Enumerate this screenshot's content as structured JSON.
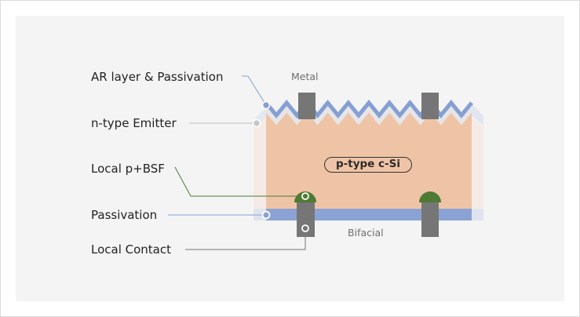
{
  "diagram": {
    "title": "PERC solar cell cross-section",
    "labels": {
      "ar_layer": "AR layer & Passivation",
      "emitter": "n-type Emitter",
      "bsf": "Local p+BSF",
      "passivation": "Passivation",
      "local_contact": "Local Contact"
    },
    "annotations": {
      "metal": "Metal",
      "bifacial": "Bifacial",
      "substrate": "p-type c-Si"
    },
    "colors": {
      "background_panel": "#f4f4f4",
      "substrate": "#efc4a6",
      "substrate_faded": "#f5ebe6",
      "ar_layer": "#869fd3",
      "emitter": "#e6e6e8",
      "passivation": "#8aa3d4",
      "passivation_faded": "#dfe4ef",
      "metal": "#767676",
      "bsf": "#4e7a33",
      "leader_ar": "#869fd3",
      "leader_emitter": "#c0c0c0",
      "leader_bsf": "#4e7a33",
      "leader_passivation": "#869fd3",
      "leader_contact": "#767676"
    }
  }
}
